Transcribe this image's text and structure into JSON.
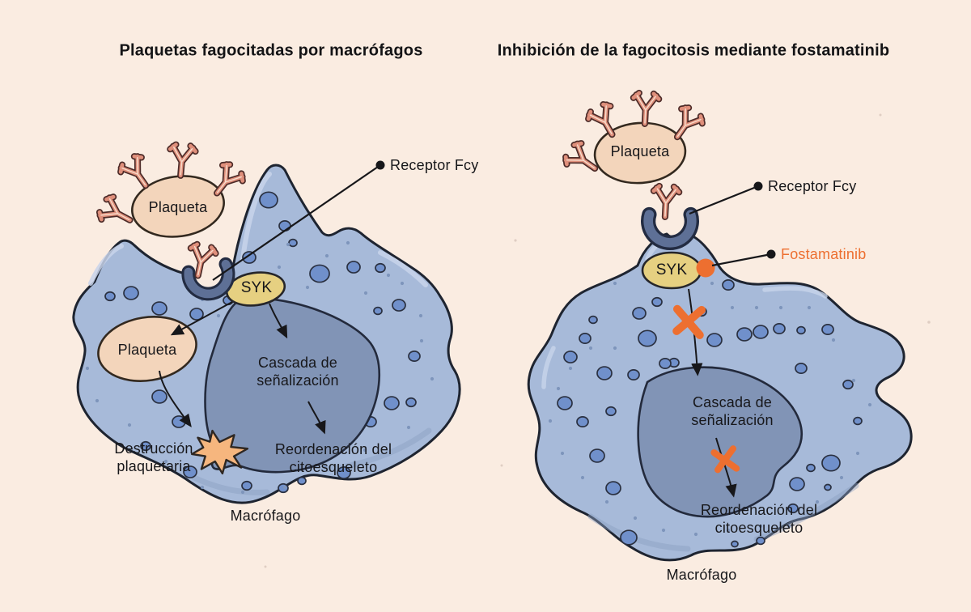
{
  "left": {
    "title": "Plaquetas fagocitadas por macrófagos",
    "platelet_outer": "Plaqueta",
    "platelet_inner": "Plaqueta",
    "receptor": "Receptor Fcy",
    "syk": "SYK",
    "cascade": "Cascada de\nseñalización",
    "destruction": "Destrucción\nplaquetaria",
    "reorder": "Reordenación del\ncitoesqueleto",
    "macrophage": "Macrófago"
  },
  "right": {
    "title": "Inhibición de la fagocitosis mediante fostamatinib",
    "platelet": "Plaqueta",
    "receptor": "Receptor Fcy",
    "fostamatinib": "Fostamatinib",
    "syk": "SYK",
    "cascade": "Cascada de\nseñalización",
    "reorder": "Reordenación del\ncitoesqueleto",
    "macrophage": "Macrófago"
  },
  "colors": {
    "background": "#FAECE1",
    "cell_fill": "#A7BAD9",
    "cell_outline": "#1E2430",
    "nucleus_fill": "#8194B6",
    "spot_fill": "#7090CB",
    "platelet_fill": "#F3D5BB",
    "antibody_fill": "#DF8F7B",
    "syk_fill": "#E6D081",
    "receptor_fill": "#5E7096",
    "star_fill": "#F6B67E",
    "accent_orange": "#ED6F30",
    "text": "#17171A"
  }
}
